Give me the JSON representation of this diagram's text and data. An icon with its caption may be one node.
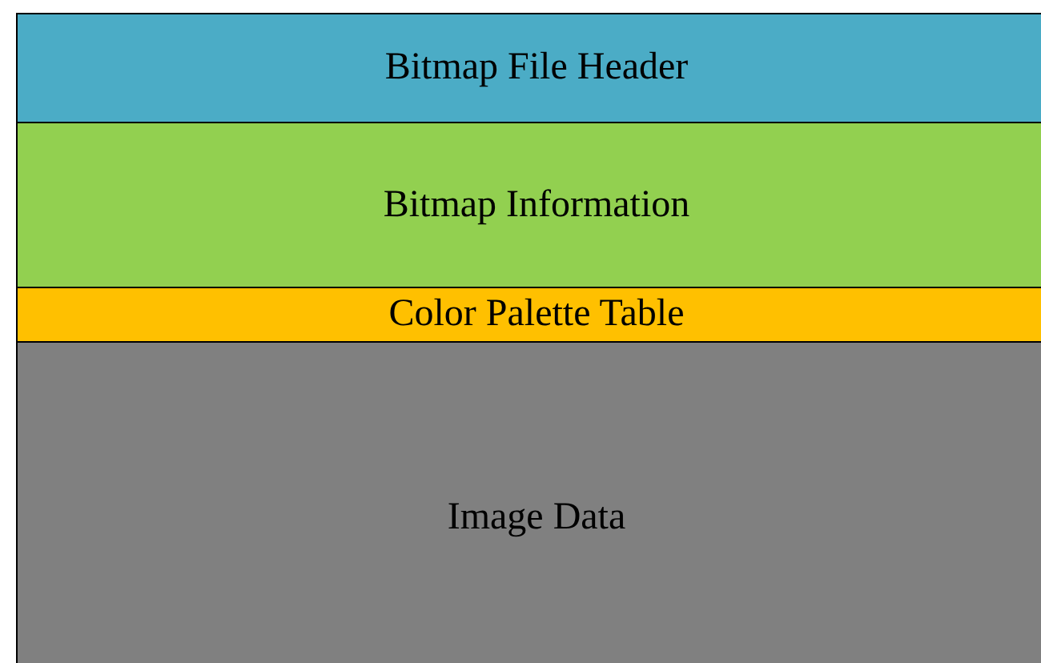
{
  "diagram": {
    "nodes": [
      {
        "text": [
          "Bitmap File Header"
        ]
      },
      {
        "text": [
          "Bitmap Information"
        ]
      },
      {
        "text": [
          "Color Palette Table"
        ]
      },
      {
        "text": [
          "Image Data"
        ]
      }
    ]
  }
}
